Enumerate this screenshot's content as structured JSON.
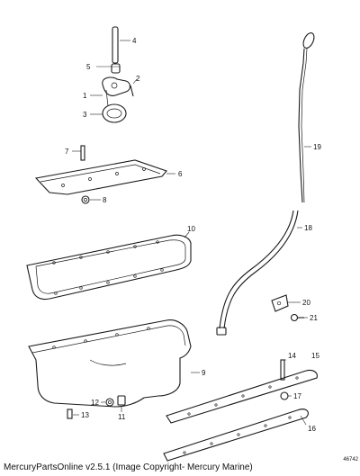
{
  "diagram": {
    "callouts": [
      "1",
      "2",
      "3",
      "4",
      "5",
      "6",
      "7",
      "8",
      "9",
      "10",
      "11",
      "12",
      "13",
      "14",
      "15",
      "16",
      "17",
      "18",
      "19",
      "20",
      "21"
    ],
    "corner_id": "46742"
  },
  "footer": {
    "text": "MercuryPartsOnline v2.5.1 (Image Copyright- Mercury Marine)"
  }
}
